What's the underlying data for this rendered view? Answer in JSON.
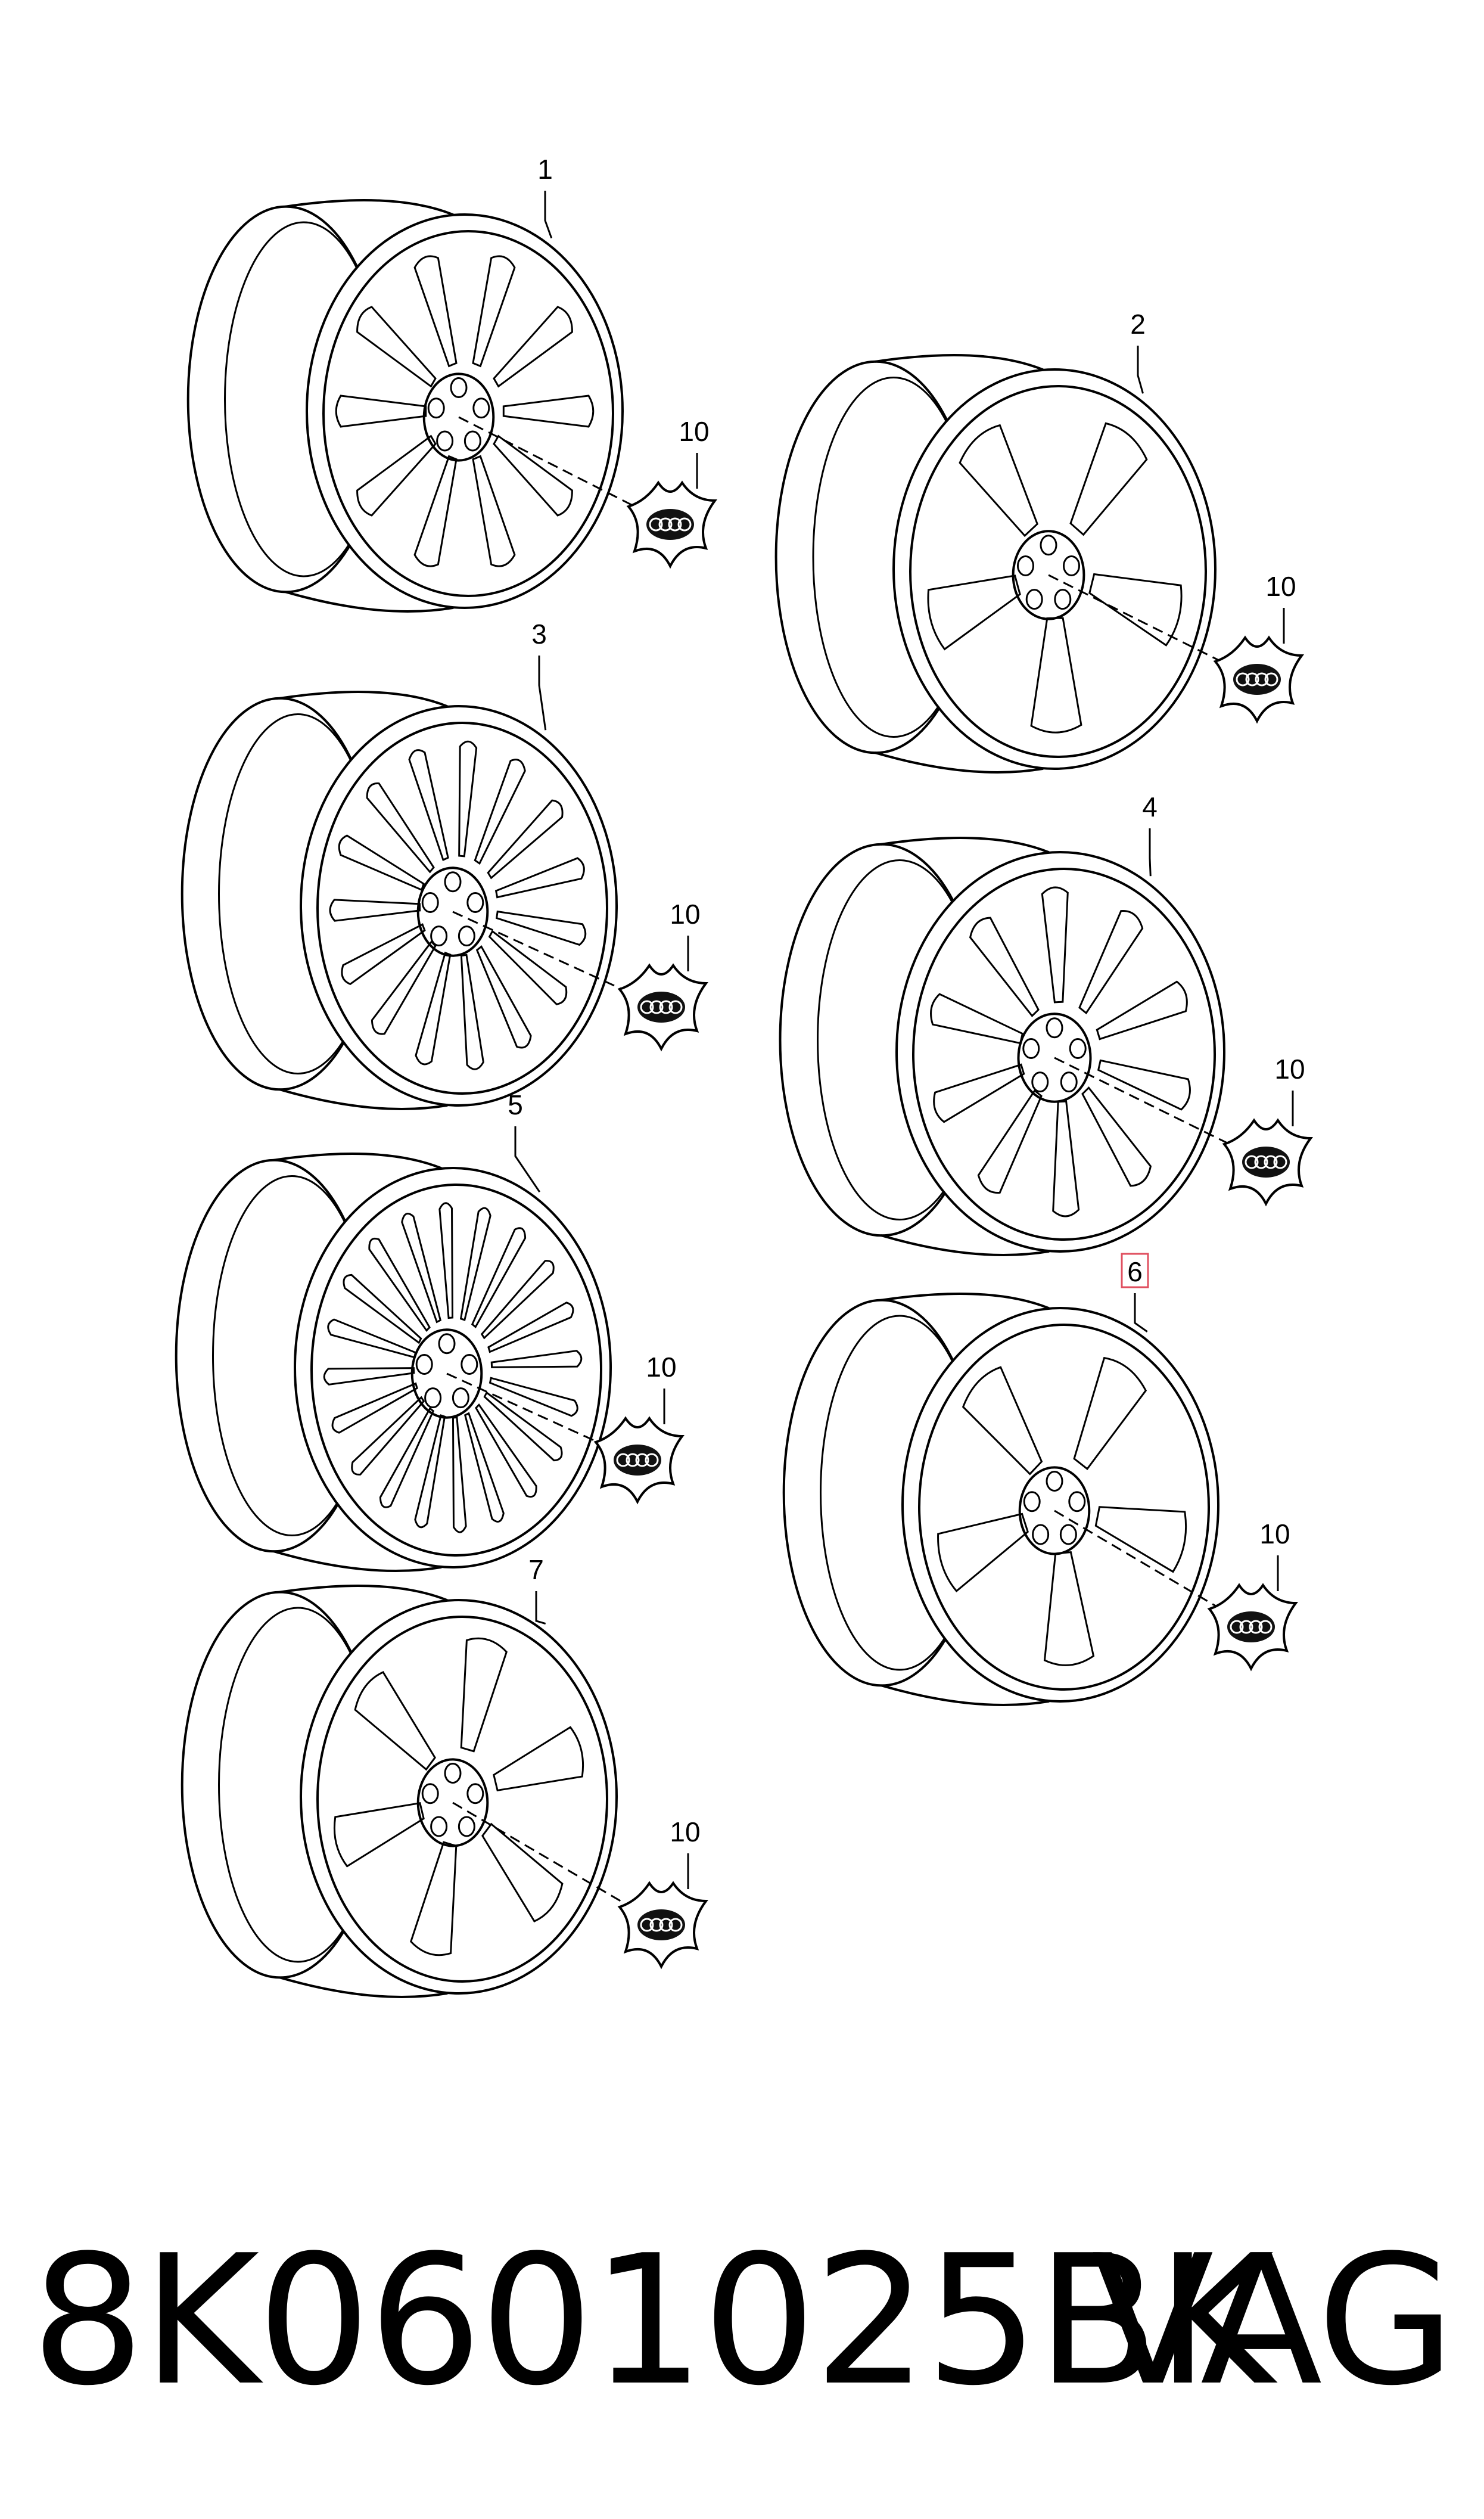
{
  "wheels": [
    {
      "label": "1",
      "cap_label": "10",
      "spokes": 10,
      "highlighted": false
    },
    {
      "label": "2",
      "cap_label": "10",
      "spokes": 5,
      "highlighted": false
    },
    {
      "label": "3",
      "cap_label": "10",
      "spokes": 15,
      "highlighted": false
    },
    {
      "label": "4",
      "cap_label": "10",
      "spokes": 10,
      "highlighted": false
    },
    {
      "label": "5",
      "cap_label": "10",
      "spokes": 20,
      "highlighted": false
    },
    {
      "label": "6",
      "cap_label": "10",
      "spokes": 5,
      "highlighted": true
    },
    {
      "label": "7",
      "cap_label": "10",
      "spokes": 6,
      "highlighted": false
    }
  ],
  "footer": {
    "part_number": "8K0601025BK",
    "brand": "VAG"
  },
  "colors": {
    "line": "#000000",
    "highlight_box": "#e05060",
    "background": "#ffffff"
  }
}
